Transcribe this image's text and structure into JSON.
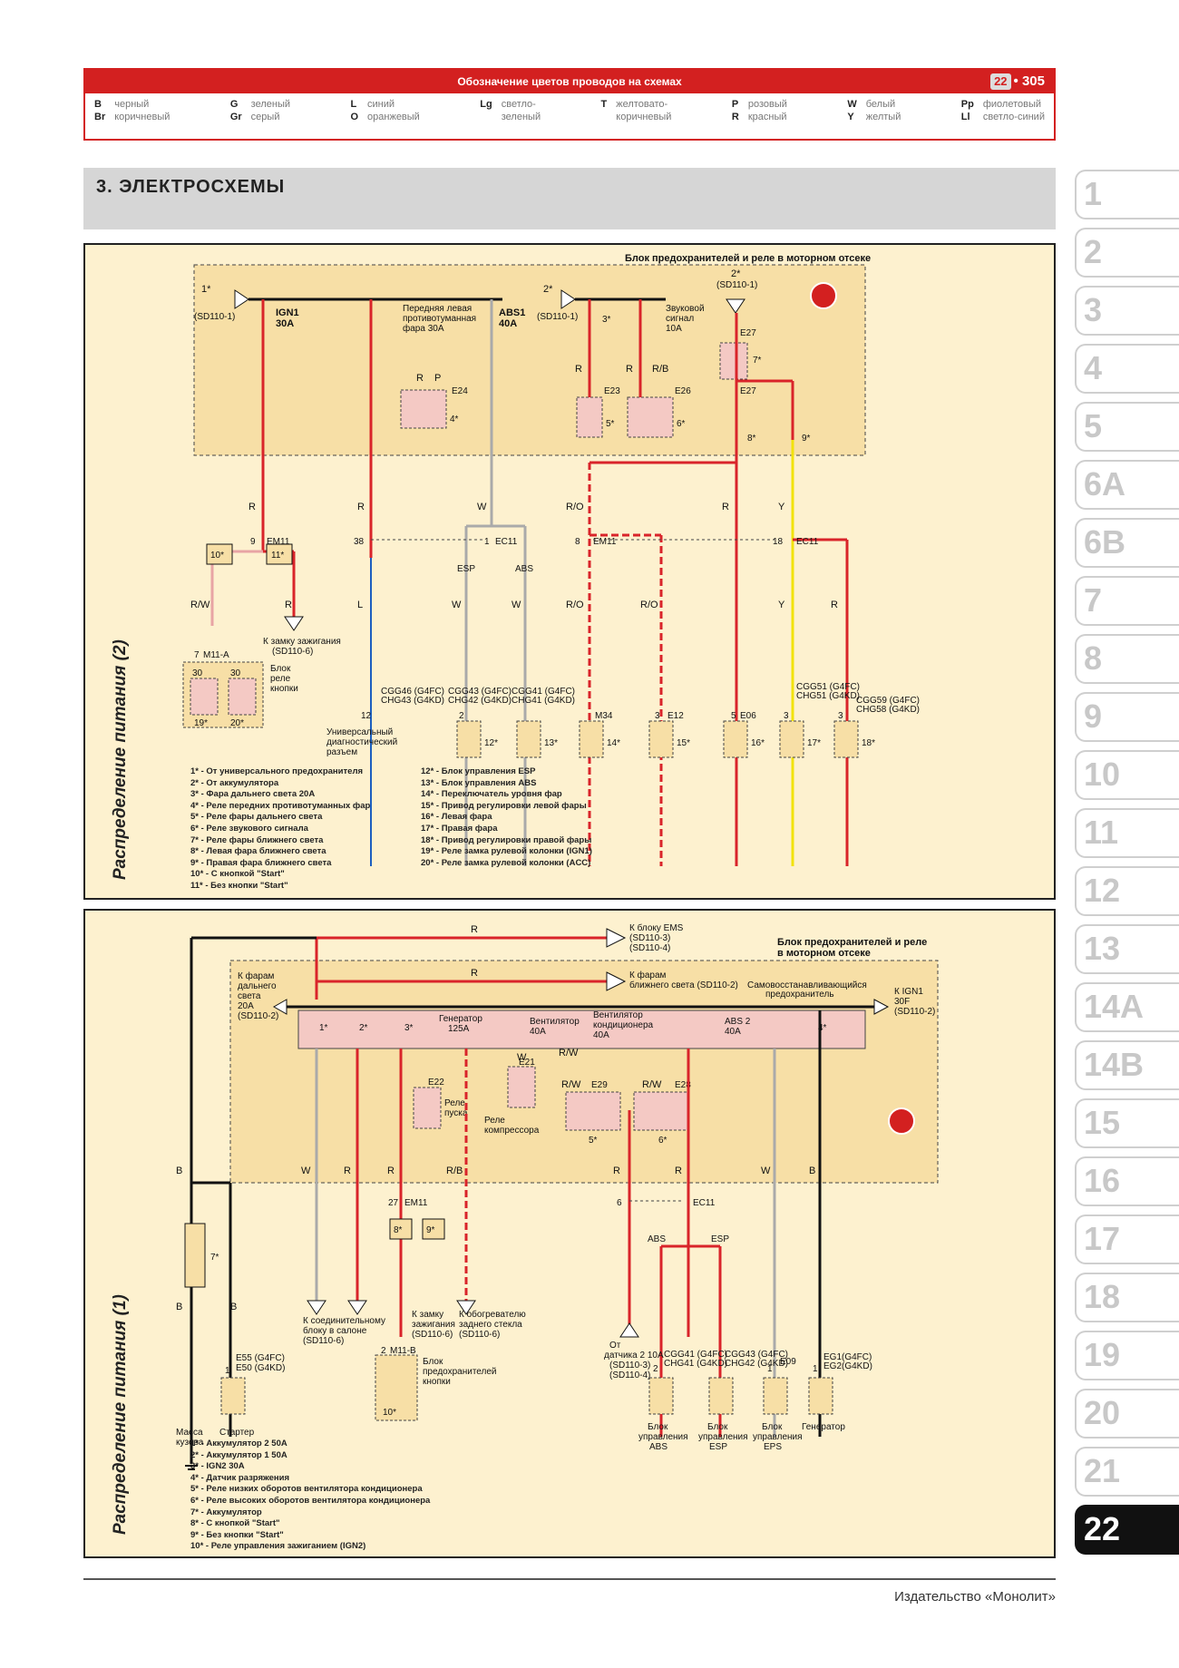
{
  "legend": {
    "title": "Обозначение цветов проводов на схемах",
    "page_chip": "22",
    "page_number": "305",
    "cells": [
      {
        "codes": [
          "B",
          "Br"
        ],
        "names": [
          "черный",
          "коричневый"
        ]
      },
      {
        "codes": [
          "G",
          "Gr"
        ],
        "names": [
          "зеленый",
          "серый"
        ]
      },
      {
        "codes": [
          "L",
          "O"
        ],
        "names": [
          "синий",
          "оранжевый"
        ]
      },
      {
        "codes": [
          "Lg",
          ""
        ],
        "names": [
          "светло-",
          "зеленый"
        ]
      },
      {
        "codes": [
          "T",
          ""
        ],
        "names": [
          "желтовато-",
          "коричневый"
        ]
      },
      {
        "codes": [
          "P",
          "R"
        ],
        "names": [
          "розовый",
          "красный"
        ]
      },
      {
        "codes": [
          "W",
          "Y"
        ],
        "names": [
          "белый",
          "желтый"
        ]
      },
      {
        "codes": [
          "Pp",
          "Ll"
        ],
        "names": [
          "фиолетовый",
          "светло-синий"
        ]
      }
    ]
  },
  "section_title": "3. ЭЛЕКТРОСХЕМЫ",
  "colors": {
    "accent": "#d32020",
    "panel": "#fdf1cf",
    "box": "#f7dfa6",
    "relay": "#f4c9c4"
  },
  "diagram1": {
    "title": "Распределение питания (2)",
    "fuse_block_title": "Блок предохранителей и реле в моторном отсеке",
    "top_labels": {
      "in1": "1*",
      "in2": "2*",
      "h2": "2*",
      "sd1": "(SD110-1)",
      "sd2": "(SD110-1)",
      "sd3": "(SD110-1)",
      "ign1": "IGN1",
      "ign1_a": "30A",
      "front_lamp": [
        "Передняя левая",
        "противотуманная",
        "фара 30А"
      ],
      "abs1": "ABS1",
      "abs1_a": "40A",
      "f3": "3*",
      "horn": [
        "Звуковой",
        "сигнал",
        "10A"
      ],
      "e24": "E24",
      "e23": "E23",
      "e26": "E26",
      "e27a": "E27",
      "e27b": "E27",
      "r4": "4*",
      "r5": "5*",
      "r6": "6*",
      "r7": "7*",
      "f8": "8*",
      "f9": "9*"
    },
    "wires": {
      "r": "R",
      "w": "W",
      "ro": "R/O",
      "y": "Y",
      "rw": "R/W",
      "l": "L",
      "p": "P",
      "rb": "R/B"
    },
    "mid_labels": {
      "em11a": "9",
      "em11b": "EM11",
      "n38": "38",
      "ec11a": "1",
      "ec11b": "EC11",
      "em11c": "8",
      "em11d": "EM11",
      "ec11c": "18",
      "ec11d": "EC11",
      "b10": "10*",
      "b11": "11*",
      "esp": "ESP",
      "abs": "ABS",
      "to_ign": [
        "К замку зажигания",
        "(SD110-6)"
      ],
      "m11a": "M11-A",
      "n7": "7",
      "start_relay": [
        "Блок",
        "реле",
        "кнопки"
      ],
      "c30a": "30",
      "c30b": "30",
      "r19": "19*",
      "r20": "20*"
    },
    "bottom_labels": {
      "cgg46": [
        "CGG46 (G4FC)",
        "CHG43 (G4KD)"
      ],
      "cgg43": [
        "CGG43 (G4FC)",
        "CHG42 (G4KD)"
      ],
      "cgg41": [
        "CGG41 (G4FC)",
        "CHG41 (G4KD)"
      ],
      "cgg51": [
        "CGG51 (G4FC)",
        "CHG51 (G4KD)"
      ],
      "cgg59": [
        "CGG59 (G4FC)",
        "CHG58 (G4KD)"
      ],
      "n12": "12",
      "n2": "2",
      "m34": "M34",
      "n3": "3",
      "e12": "E12",
      "e06": "E06",
      "n3b": "3",
      "n3c": "3",
      "n5": "5",
      "diag": [
        "Универсальный",
        "диагностический",
        "разъем"
      ],
      "c12": "12*",
      "c13": "13*",
      "c14": "14*",
      "c15": "15*",
      "c16": "16*",
      "c17": "17*",
      "c18": "18*"
    },
    "notes_left": [
      "1* - От универсального предохранителя",
      "2* - От аккумулятора",
      "3* - Фара дальнего света 20А",
      "4* - Реле передних противотуманных фар",
      "5* - Реле фары дальнего света",
      "6* - Реле звукового сигнала",
      "7* - Реле фары ближнего света",
      "8* - Левая фара ближнего света",
      "9* - Правая фара ближнего света",
      "10* - С кнопкой \"Start\"",
      "11* - Без кнопки \"Start\""
    ],
    "notes_right": [
      "12* - Блок управления ESP",
      "13* - Блок управления ABS",
      "14* - Переключатель уровня фар",
      "15* - Привод регулировки левой фары",
      "16* - Левая фара",
      "17* - Правая фара",
      "18* - Привод регулировки правой фары",
      "19* - Реле замка рулевой колонки (IGN1)",
      "20* - Реле замка рулевой колонки (ACC)"
    ]
  },
  "diagram2": {
    "title": "Распределение питания (1)",
    "top_labels": {
      "to_ems": [
        "К блоку EMS",
        "(SD110-3)",
        "(SD110-4)"
      ],
      "fuse_block": [
        "Блок предохранителей и реле",
        "в моторном отсеке"
      ],
      "to_low_beam": [
        "К фарам",
        "ближнего света (SD110-2)"
      ],
      "fusible": [
        "Самовосстанавливающийся",
        "предохранитель"
      ],
      "to_high_beam": [
        "К фарам",
        "дальнего",
        "света",
        "20A",
        "(SD110-2)"
      ],
      "to_ign1": [
        "К IGN1",
        "30F",
        "(SD110-2)"
      ],
      "f1": "1*",
      "f2": "2*",
      "f3": "3*",
      "f4": "4*",
      "generator": [
        "Генератор",
        "125A"
      ],
      "fan": [
        "Вентилятор",
        "40A"
      ],
      "condfan": [
        "Вентилятор",
        "кондиционера",
        "40A"
      ],
      "abs2": [
        "ABS 2",
        "40A"
      ],
      "e21": "E21",
      "e22": "E22",
      "e29": "E29",
      "e28": "E28",
      "pump_relay": [
        "Реле",
        "пуска"
      ],
      "comp_relay": [
        "Реле",
        "компрессора"
      ],
      "r5": "5*",
      "r6": "6*"
    },
    "wires": {
      "r": "R",
      "w": "W",
      "b": "B",
      "rb": "R/B",
      "rw": "R/W"
    },
    "mid_labels": {
      "em11a": "27",
      "em11b": "EM11",
      "ec11a": "6",
      "ec11b": "EC11",
      "b8": "8*",
      "b9": "9*",
      "abs": "ABS",
      "esp": "ESP",
      "f7": "7*",
      "to_connector": [
        "К соединительному",
        "блоку в салоне",
        "(SD110-6)"
      ],
      "to_lock": [
        "К замку",
        "зажигания",
        "(SD110-6)"
      ],
      "to_heater": [
        "К обогревателю",
        "заднего стекла",
        "(SD110-6)"
      ],
      "m11b": "M11-B",
      "n2": "2",
      "fuse_block_btn": [
        "Блок",
        "предохранителей",
        "кнопки"
      ],
      "from_sensor": [
        "От",
        "датчика 2 10A",
        "(SD110-3)",
        "(SD110-4)"
      ]
    },
    "bottom_labels": {
      "e55": [
        "E55 (G4FC)",
        "E50 (G4KD)"
      ],
      "cgg_abs": [
        "CGG41 (G4FC)",
        "CHG41 (G4KD)"
      ],
      "cgg_esp": [
        "CGG43 (G4FC)",
        "CHG42 (G4KD)"
      ],
      "e09": "E09",
      "eg": [
        "EG1(G4FC)",
        "EG2(G4KD)"
      ],
      "n1": "1",
      "n2a": "2",
      "n1b": "1",
      "n1c": "1",
      "ground": [
        "Масса",
        "кузова"
      ],
      "starter": "Стартер",
      "abs_unit": [
        "Блок",
        "управления",
        "ABS"
      ],
      "esp_unit": [
        "Блок",
        "управления",
        "ESP"
      ],
      "eps_unit": [
        "Блок",
        "управления",
        "EPS"
      ],
      "gen_unit": "Генератор",
      "r10": "10*"
    },
    "notes": [
      "1* - Аккумулятор 2 50А",
      "2* - Аккумулятор 1 50А",
      "3* - IGN2 30A",
      "4* - Датчик разряжения",
      "5* - Реле низких оборотов вентилятора кондиционера",
      "6* - Реле высоких оборотов вентилятора кондиционера",
      "7* - Аккумулятор",
      "8* - С кнопкой \"Start\"",
      "9* - Без кнопки \"Start\"",
      "10* - Реле управления зажиганием (IGN2)"
    ]
  },
  "tabs": [
    "1",
    "2",
    "3",
    "4",
    "5",
    "6A",
    "6B",
    "7",
    "8",
    "9",
    "10",
    "11",
    "12",
    "13",
    "14A",
    "14B",
    "15",
    "16",
    "17",
    "18",
    "19",
    "20",
    "21",
    "22"
  ],
  "active_tab": "22",
  "footer": "Издательство «Монолит»"
}
